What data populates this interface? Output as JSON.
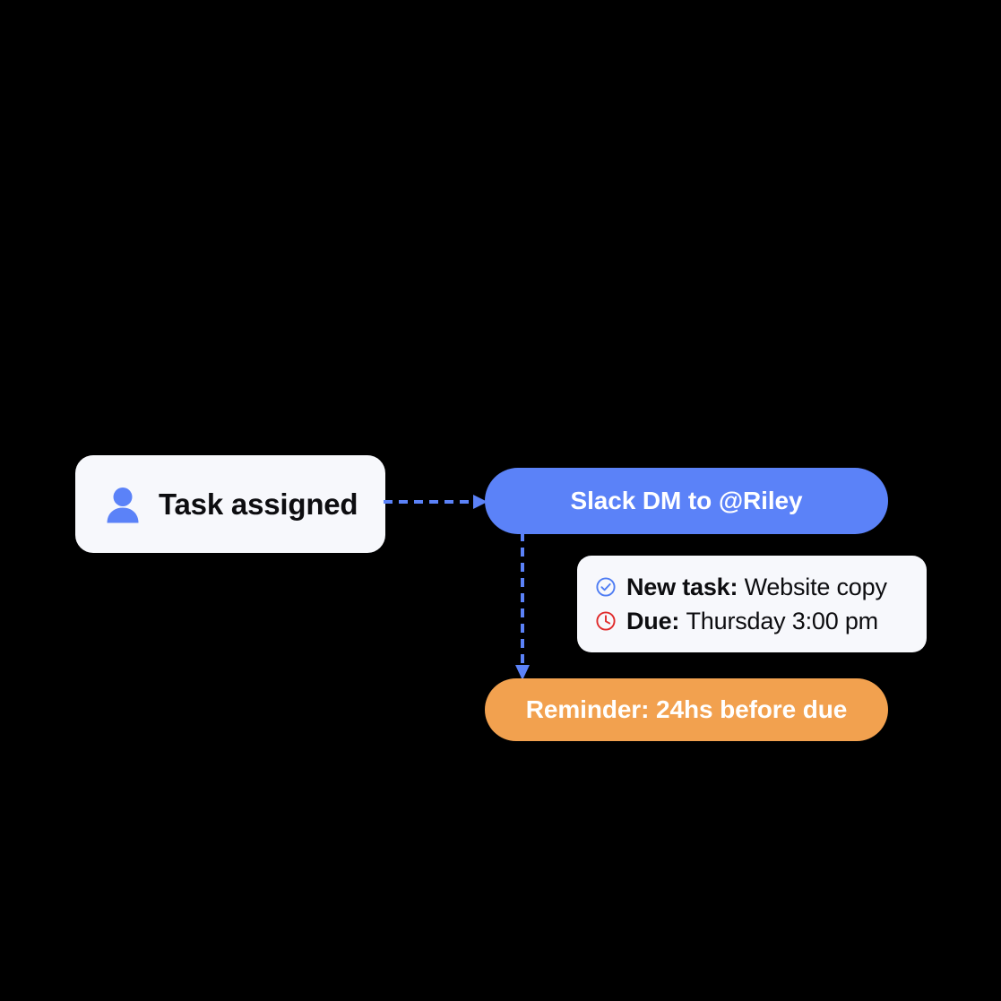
{
  "diagram": {
    "background_color": "#000000",
    "accent_blue": "#5b82f8",
    "accent_orange": "#f2a14f",
    "card_background": "#f7f8fc",
    "check_icon_color": "#4f7df3",
    "clock_icon_color": "#e02b2b",
    "trigger": {
      "icon": "person-icon",
      "label": "Task assigned"
    },
    "action": {
      "label": "Slack DM to @Riley"
    },
    "details": {
      "rows": [
        {
          "icon": "check-circle-icon",
          "key": "New task:",
          "value": "Website copy"
        },
        {
          "icon": "clock-icon",
          "key": "Due:",
          "value": "Thursday 3:00 pm"
        }
      ]
    },
    "reminder": {
      "label": "Reminder: 24hs before due"
    },
    "connectors": [
      {
        "name": "trigger-to-action",
        "style": "dashed",
        "direction": "horizontal",
        "color": "#5b82f8"
      },
      {
        "name": "action-to-reminder",
        "style": "dashed",
        "direction": "vertical",
        "color": "#5b82f8"
      }
    ]
  }
}
